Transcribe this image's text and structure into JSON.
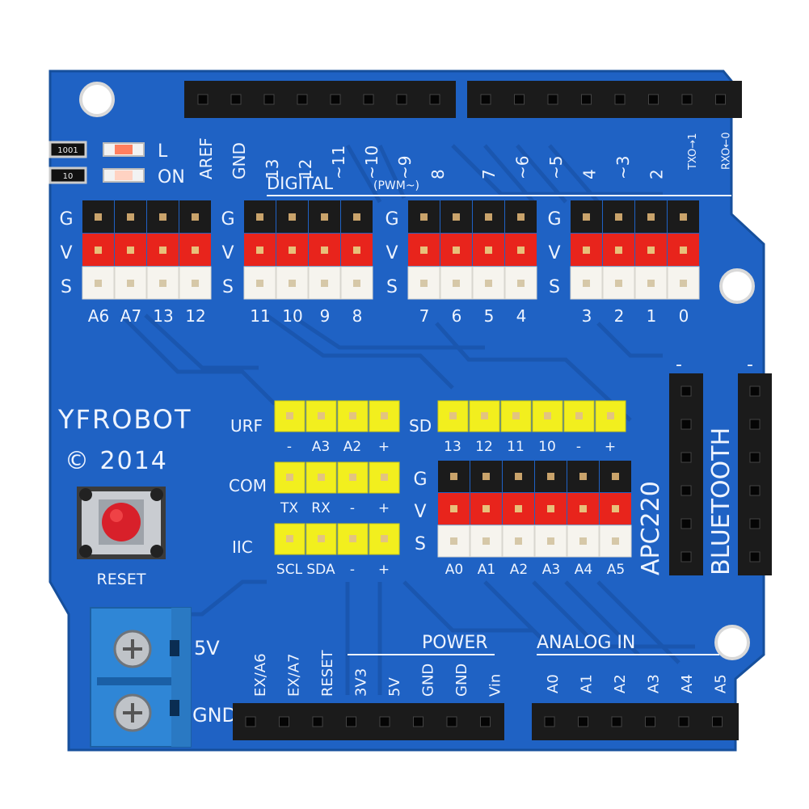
{
  "board": {
    "brand": "YFROBOT",
    "copyright": "© 2014",
    "reset_label": "RESET",
    "led_labels": [
      "L",
      "ON"
    ],
    "resistor_labels": [
      "1001",
      "10"
    ]
  },
  "top_header_left": [
    "AREF",
    "GND",
    "13",
    "12",
    "~11",
    "~10",
    "~9",
    "8"
  ],
  "top_header_right": [
    "7",
    "~6",
    "~5",
    "4",
    "~3",
    "2",
    "TXO→1",
    "RXO←0"
  ],
  "digital_label": "DIGITAL",
  "pwm_label": "(PWM~)",
  "gvs_rows": [
    "G",
    "V",
    "S"
  ],
  "sensor_groups": [
    {
      "labels": [
        "A6",
        "A7",
        "13",
        "12"
      ]
    },
    {
      "labels": [
        "11",
        "10",
        "9",
        "8"
      ]
    },
    {
      "labels": [
        "7",
        "6",
        "5",
        "4"
      ]
    },
    {
      "labels": [
        "3",
        "2",
        "1",
        "0"
      ]
    }
  ],
  "urf": {
    "name": "URF",
    "pins": [
      "-",
      "A3",
      "A2",
      "+"
    ]
  },
  "com": {
    "name": "COM",
    "pins": [
      "TX",
      "RX",
      "-",
      "+"
    ]
  },
  "iic": {
    "name": "IIC",
    "pins": [
      "SCL",
      "SDA",
      "-",
      "+"
    ]
  },
  "sd": {
    "name": "SD",
    "pins": [
      "13",
      "12",
      "11",
      "10",
      "-",
      "+"
    ]
  },
  "analog_group": {
    "labels": [
      "A0",
      "A1",
      "A2",
      "A3",
      "A4",
      "A5"
    ]
  },
  "apc220_label": "APC220",
  "bluetooth_label": "BLUETOOTH",
  "power_terminal": [
    "5V",
    "GND"
  ],
  "power_label": "POWER",
  "power_pins": [
    "EX/A6",
    "EX/A7",
    "RESET",
    "3V3",
    "5V",
    "GND",
    "GND",
    "Vin"
  ],
  "analog_in_label": "ANALOG IN",
  "analog_pins": [
    "A0",
    "A1",
    "A2",
    "A3",
    "A4",
    "A5"
  ],
  "colors": {
    "pcb": "#1f62c4",
    "pcb_dark": "#16509f",
    "trace": "#1a55ad",
    "silkscreen": "#eef4ff",
    "header_black": "#1b1b1b",
    "pin_red": "#e8241c",
    "pin_white": "#f6f4ee",
    "pin_yellow": "#f2ef1e",
    "terminal_blue": "#2f86d6",
    "reset_red": "#d8202a"
  }
}
